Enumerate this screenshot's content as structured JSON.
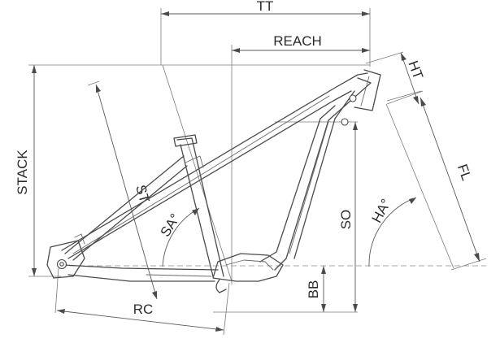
{
  "labels": {
    "tt": "TT",
    "reach": "REACH",
    "ht": "HT",
    "stack": "STACK",
    "st": "ST",
    "sa": "SA°",
    "so": "SO",
    "ha": "HA°",
    "fl": "FL",
    "bb": "BB",
    "rc": "RC"
  }
}
